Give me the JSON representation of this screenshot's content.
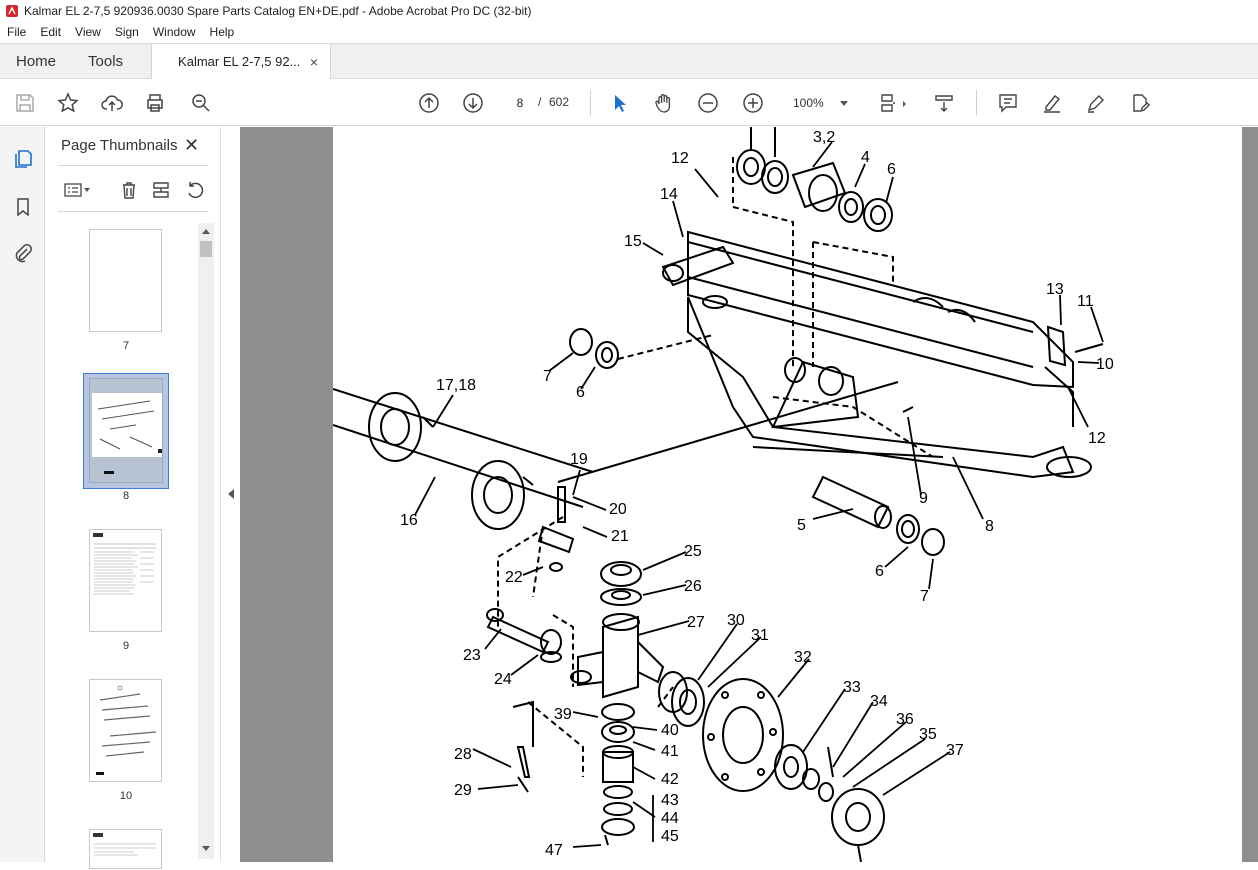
{
  "window": {
    "title": "Kalmar EL 2-7,5 920936.0030 Spare Parts Catalog EN+DE.pdf - Adobe Acrobat Pro DC (32-bit)"
  },
  "menu": [
    "File",
    "Edit",
    "View",
    "Sign",
    "Window",
    "Help"
  ],
  "tabs": {
    "home": "Home",
    "tools": "Tools",
    "document": "Kalmar EL 2-7,5 92...",
    "close": "×"
  },
  "toolbar": {
    "current_page": "8",
    "page_separator": "/",
    "total_pages": "602",
    "zoom": "100%"
  },
  "thumbnails_panel": {
    "title": "Page Thumbnails",
    "close": "✕",
    "pages": [
      {
        "label": "7",
        "selected": false
      },
      {
        "label": "8",
        "selected": true
      },
      {
        "label": "9",
        "selected": false
      },
      {
        "label": "10",
        "selected": false
      }
    ]
  },
  "drawing": {
    "callouts": [
      {
        "id": "c-3-2",
        "text": "3,2"
      },
      {
        "id": "c-12a",
        "text": "12"
      },
      {
        "id": "c-4",
        "text": "4"
      },
      {
        "id": "c-6a",
        "text": "6"
      },
      {
        "id": "c-14",
        "text": "14"
      },
      {
        "id": "c-15",
        "text": "15"
      },
      {
        "id": "c-13",
        "text": "13"
      },
      {
        "id": "c-11",
        "text": "11"
      },
      {
        "id": "c-10",
        "text": "10"
      },
      {
        "id": "c-7a",
        "text": "7"
      },
      {
        "id": "c-6b",
        "text": "6"
      },
      {
        "id": "c-17-18",
        "text": "17,18"
      },
      {
        "id": "c-12b",
        "text": "12"
      },
      {
        "id": "c-9",
        "text": "9"
      },
      {
        "id": "c-8",
        "text": "8"
      },
      {
        "id": "c-19",
        "text": "19"
      },
      {
        "id": "c-20",
        "text": "20"
      },
      {
        "id": "c-16",
        "text": "16"
      },
      {
        "id": "c-5",
        "text": "5"
      },
      {
        "id": "c-21",
        "text": "21"
      },
      {
        "id": "c-25",
        "text": "25"
      },
      {
        "id": "c-22",
        "text": "22"
      },
      {
        "id": "c-26",
        "text": "26"
      },
      {
        "id": "c-6c",
        "text": "6"
      },
      {
        "id": "c-7b",
        "text": "7"
      },
      {
        "id": "c-27",
        "text": "27"
      },
      {
        "id": "c-30",
        "text": "30"
      },
      {
        "id": "c-31",
        "text": "31"
      },
      {
        "id": "c-23",
        "text": "23"
      },
      {
        "id": "c-32",
        "text": "32"
      },
      {
        "id": "c-24",
        "text": "24"
      },
      {
        "id": "c-33",
        "text": "33"
      },
      {
        "id": "c-34",
        "text": "34"
      },
      {
        "id": "c-39",
        "text": "39"
      },
      {
        "id": "c-40",
        "text": "40"
      },
      {
        "id": "c-36",
        "text": "36"
      },
      {
        "id": "c-35",
        "text": "35"
      },
      {
        "id": "c-41",
        "text": "41"
      },
      {
        "id": "c-37",
        "text": "37"
      },
      {
        "id": "c-28",
        "text": "28"
      },
      {
        "id": "c-42",
        "text": "42"
      },
      {
        "id": "c-29",
        "text": "29"
      },
      {
        "id": "c-43",
        "text": "43"
      },
      {
        "id": "c-44",
        "text": "44"
      },
      {
        "id": "c-45",
        "text": "45"
      },
      {
        "id": "c-47",
        "text": "47"
      }
    ]
  }
}
